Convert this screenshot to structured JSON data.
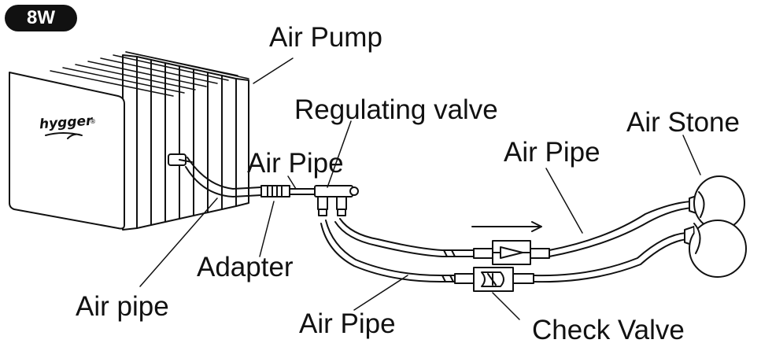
{
  "badge": "8W",
  "brand": "hygger",
  "brand_mark": "®",
  "labels": {
    "air_pump": "Air Pump",
    "regulating_valve": "Regulating valve",
    "air_pipe_top": "Air Pipe",
    "air_stone": "Air Stone",
    "air_pipe_right": "Air Pipe",
    "adapter": "Adapter",
    "air_pipe_left": "Air pipe",
    "air_pipe_bottom": "Air Pipe",
    "check_valve": "Check Valve"
  }
}
